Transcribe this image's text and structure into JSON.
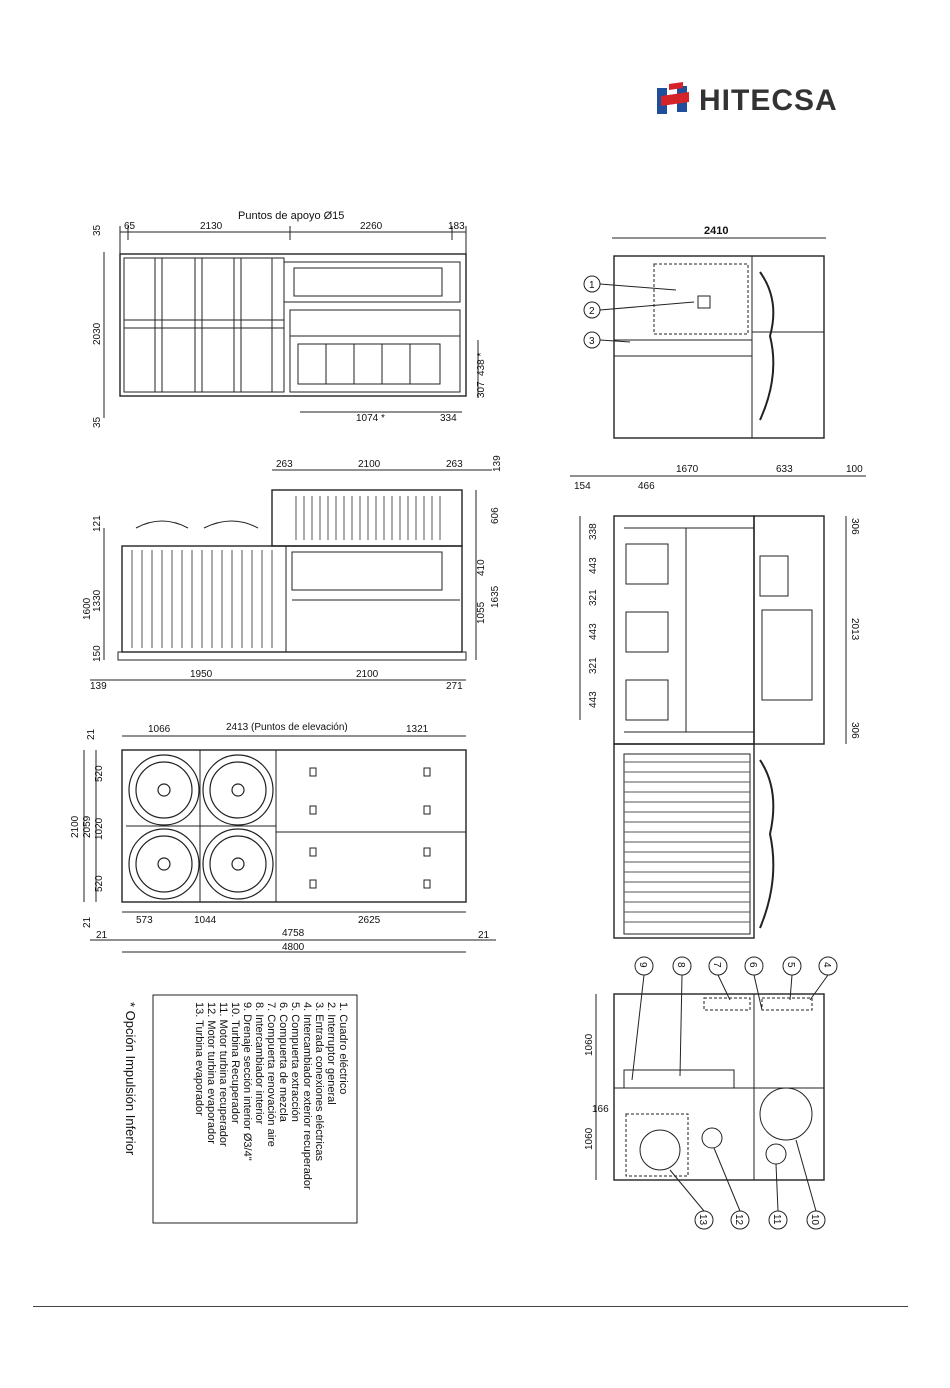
{
  "brand": {
    "name": "HITECSA",
    "red": "#d4242a",
    "blue": "#1f4f9c"
  },
  "top_view": {
    "title": "Puntos de apoyo Ø15",
    "dims_top": [
      "65",
      "2130",
      "2260",
      "183"
    ],
    "dims_left": [
      "35",
      "2030",
      "35"
    ],
    "dims_right": [
      "438 *",
      "307"
    ],
    "dims_bottom": [
      "1074 *",
      "334"
    ]
  },
  "front_view": {
    "dims_top": [
      "263",
      "2100",
      "263",
      "139"
    ],
    "dims_left": [
      "121",
      "1600",
      "1330",
      "150"
    ],
    "dims_right": [
      "606",
      "410",
      "1635",
      "1055"
    ],
    "dims_bottom": [
      "139",
      "1950",
      "2100",
      "271"
    ]
  },
  "plan_view": {
    "title": "2413 (Puntos de elevación)",
    "dims_top": [
      "21",
      "1066",
      "1321"
    ],
    "dims_left": [
      "2100",
      "2059",
      "520",
      "1020",
      "520",
      "21"
    ],
    "dims_bottom": [
      "573",
      "1044",
      "2625",
      "21",
      "4758",
      "21",
      "4800"
    ]
  },
  "side_view_top": {
    "dims_top": [
      "2410"
    ],
    "callouts": [
      "1",
      "2",
      "3"
    ]
  },
  "side_view_mid": {
    "dims_top": [
      "154",
      "466",
      "1670",
      "633",
      "100"
    ],
    "dims_left": [
      "338",
      "443",
      "321",
      "443",
      "321",
      "443"
    ],
    "dims_right": [
      "306",
      "2013",
      "306"
    ]
  },
  "side_view_bottom": {
    "dims_left": [
      "1060",
      "1060",
      "166"
    ],
    "callouts_top": [
      "9",
      "8",
      "7",
      "6",
      "5",
      "4"
    ],
    "callouts_bottom": [
      "13",
      "12",
      "11",
      "10"
    ]
  },
  "legend": {
    "items": [
      "1. Cuadro eléctrico",
      "2. Interruptor general",
      "3. Entrada conexiones eléctricas",
      "4. Intercambiador exterior recuperador",
      "5. Compuerta extracción",
      "6. Compuerta de mezcla",
      "7. Compuerta renovación aire",
      "8. Intercambiador interior",
      "9. Drenaje sección interior Ø3/4\"",
      "10. Turbina Recuperador",
      "11. Motor turbina recuperador",
      "12. Motor turbina evaporador",
      "13. Turbina evaporador"
    ],
    "note": "* Opción Impulsión Inferior"
  }
}
